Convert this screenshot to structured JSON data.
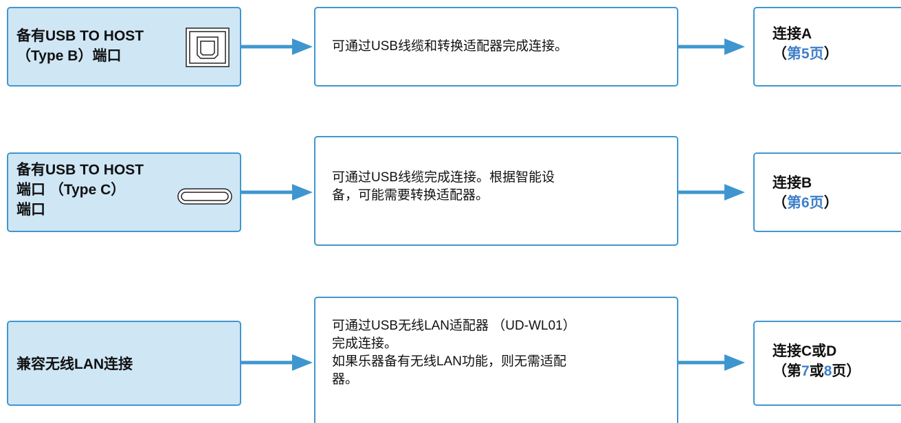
{
  "rows": [
    {
      "source": {
        "lines": [
          "备有USB TO HOST",
          "（Type B）端口"
        ]
      },
      "icon": "usb-type-b-port-icon",
      "description": {
        "lines": [
          "可通过USB线缆和转换适配器完成连接。"
        ]
      },
      "target": {
        "title": "连接A",
        "open": "（",
        "page_prefix": "第",
        "page_a": "5",
        "page_or": "",
        "page_b": "",
        "page_suffix": "页",
        "close": "）"
      }
    },
    {
      "source": {
        "lines": [
          "备有USB TO HOST",
          "端口 （Type C）",
          "端口"
        ]
      },
      "icon": "usb-type-c-port-icon",
      "description": {
        "lines": [
          "可通过USB线缆完成连接。根据智能设",
          "备，可能需要转换适配器。"
        ]
      },
      "target": {
        "title": "连接B",
        "open": "（",
        "page_prefix": "第",
        "page_a": "6",
        "page_or": "",
        "page_b": "",
        "page_suffix": "页",
        "close": "）"
      }
    },
    {
      "source": {
        "lines": [
          "兼容无线LAN连接"
        ]
      },
      "icon": "",
      "description": {
        "lines": [
          "可通过USB无线LAN适配器 （UD-WL01）",
          "完成连接。",
          "如果乐器备有无线LAN功能，则无需适配",
          "器。"
        ]
      },
      "target": {
        "title": "连接C或D",
        "open": "（",
        "page_prefix": "第",
        "page_a": "7",
        "page_or": "或",
        "page_b": "8",
        "page_suffix": "页",
        "close": "）"
      }
    }
  ],
  "colors": {
    "accent": "#3f96cf",
    "source_fill": "#cfe6f5",
    "page_link": "#3f7fc7",
    "text": "#111111"
  }
}
